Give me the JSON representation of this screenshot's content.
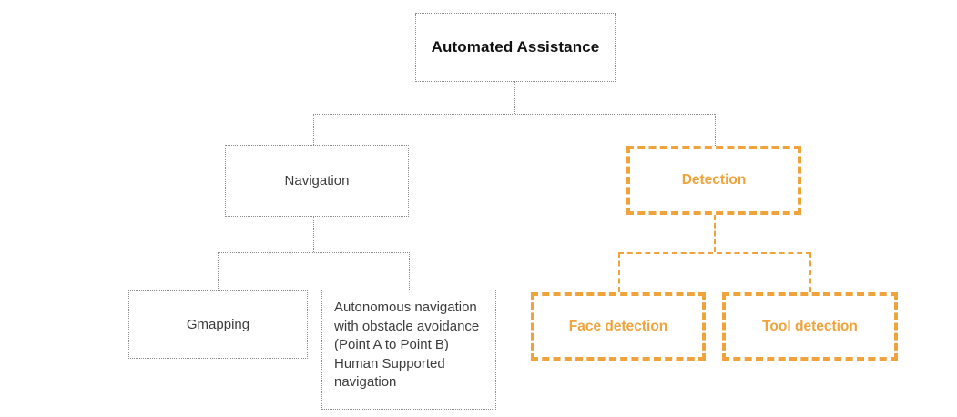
{
  "diagram": {
    "title": "Automated Assistance",
    "accent_color": "#efa33a",
    "neutral_color": "#8a8a8a",
    "text_color": "#3c3c3c",
    "nodes": {
      "root": {
        "label": "Automated Assistance",
        "style": "dotted-bold"
      },
      "navigation": {
        "label": "Navigation",
        "style": "dotted"
      },
      "detection": {
        "label": "Detection",
        "style": "dashed-orange"
      },
      "gmapping": {
        "label": "Gmapping",
        "style": "dotted"
      },
      "navigation_details": {
        "label": "Autonomous navigation with obstacle avoidance (Point A to Point B)\nHuman Supported navigation",
        "style": "dotted"
      },
      "face_detection": {
        "label": "Face detection",
        "style": "dashed-orange"
      },
      "tool_detection": {
        "label": "Tool detection",
        "style": "dashed-orange"
      }
    }
  }
}
